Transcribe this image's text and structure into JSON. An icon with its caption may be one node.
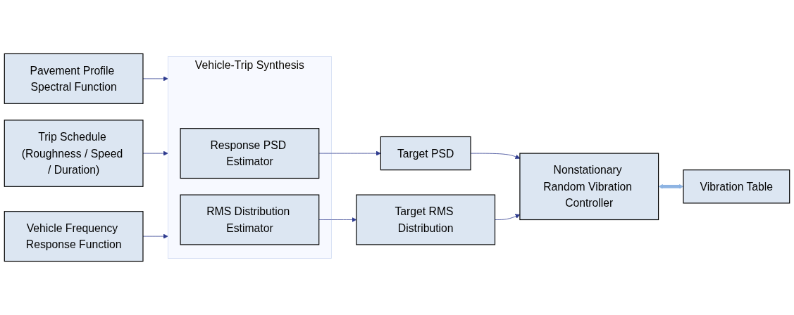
{
  "diagram": {
    "nodes": [
      {
        "text": [
          "Pavement Profile Spectral Function"
        ]
      },
      {
        "text": [
          "Trip Schedule (Roughness / Speed / Duration)"
        ]
      },
      {
        "text": [
          "Vehicle Frequency Response Function"
        ]
      },
      {
        "text": [
          "Vehicle-Trip Synthesis"
        ]
      },
      {
        "text": [
          "Response PSD Estimator"
        ],
        "in": 3
      },
      {
        "text": [
          "RMS Distribution Estimator"
        ],
        "in": 3
      },
      {
        "text": [
          "Target PSD"
        ]
      },
      {
        "text": [
          "Target RMS Distribution"
        ]
      },
      {
        "text": [
          "Nonstationary Random Vibration Controller"
        ]
      },
      {
        "text": [
          "Vibration Table"
        ]
      }
    ],
    "edges": [
      {
        "from": 0,
        "to": 3,
        "arrow": "to"
      },
      {
        "from": 1,
        "to": 3,
        "arrow": "to"
      },
      {
        "from": 2,
        "to": 3,
        "arrow": "to"
      },
      {
        "from": 4,
        "to": 6,
        "arrow": "to"
      },
      {
        "from": 5,
        "to": 7,
        "arrow": "to"
      },
      {
        "from": 6,
        "to": 8,
        "arrow": "to"
      },
      {
        "from": 7,
        "to": 8,
        "arrow": "to"
      },
      {
        "from": 8,
        "to": 9,
        "arrow": "both",
        "style": "thick",
        "color": "#8eb4e3"
      }
    ]
  }
}
